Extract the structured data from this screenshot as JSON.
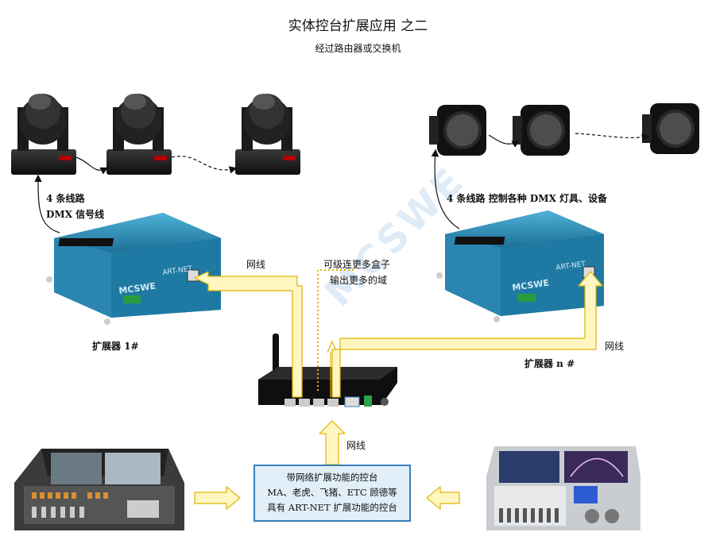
{
  "header": {
    "title": "实体控台扩展应用 之二",
    "subtitle": "经过路由器或交换机"
  },
  "labels": {
    "left_lines_1": "4 条线路",
    "left_lines_2": "DMX 信号线",
    "right_lines": "4 条线路  控制各种 DMX 灯具、设备",
    "net_left": "网线",
    "cascade_1": "可级连更多盒子",
    "cascade_2": "输出更多的域",
    "extender_1": "扩展器  1#",
    "extender_n": "扩展器  n #",
    "net_right": "网线",
    "net_bottom": "网线"
  },
  "console_box": {
    "line1": "带网络扩展功能的控台",
    "line2": "MA、老虎、飞猪、ETC 顾德等",
    "line3": "具有 ART-NET 扩展功能的控台"
  },
  "devices": {
    "extender_brand": "MCSWE",
    "extender_model": "ART-NET",
    "watermark": "MCSWE"
  },
  "colors": {
    "arrow_fill": "#fff6c2",
    "arrow_stroke": "#e0b400",
    "box_border": "#3a7fb8",
    "box_fill": "#e3eff8",
    "extender_body": "#2f8fb8"
  },
  "icons": [
    "moving-head-icon",
    "led-par-icon",
    "router-icon",
    "lighting-console-icon"
  ]
}
